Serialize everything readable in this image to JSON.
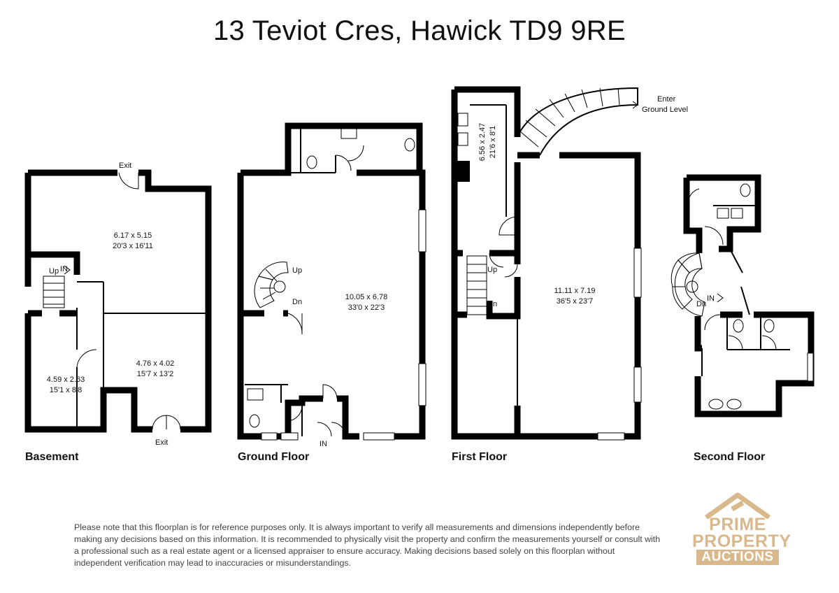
{
  "address": "13 Teviot Cres, Hawick TD9 9RE",
  "floors": {
    "basement": {
      "name": "Basement",
      "rooms": [
        {
          "metric": "6.17 x 5.15",
          "imperial": "20'3 x 16'11"
        },
        {
          "metric": "4.59 x 2.63",
          "imperial": "15'1 x 8'8"
        },
        {
          "metric": "4.76 x 4.02",
          "imperial": "15'7 x 13'2"
        }
      ],
      "labels": {
        "exit_top": "Exit",
        "exit_bottom": "Exit",
        "up": "Up",
        "in": "IN"
      }
    },
    "ground": {
      "name": "Ground Floor",
      "rooms": [
        {
          "metric": "10.05 x 6.78",
          "imperial": "33'0 x 22'3"
        }
      ],
      "labels": {
        "up": "Up",
        "dn": "Dn",
        "in": "IN"
      }
    },
    "first": {
      "name": "First Floor",
      "rooms": [
        {
          "metric": "6.56 x 2.47",
          "imperial": "21'6 x 8'1"
        },
        {
          "metric": "11.11 x 7.19",
          "imperial": "36'5 x 23'7"
        }
      ],
      "labels": {
        "enter_1": "Enter",
        "enter_2": "Ground Level",
        "up": "Up",
        "dn": "Dn"
      }
    },
    "second": {
      "name": "Second Floor",
      "labels": {
        "dn": "Dn",
        "in": "IN"
      }
    }
  },
  "disclaimer": "Please note that this floorplan is for reference purposes only. It is always important to verify all measurements and dimensions independently before making any decisions based on this information. It is recommended to physically visit the property and confirm the measurements yourself or consult with a professional such as a real estate agent or a licensed appraiser to ensure accuracy. Making decisions based solely on this floorplan without independent verification may lead to inaccuracies or misunderstandings.",
  "logo": {
    "line1": "PRIME",
    "line2": "PROPERTY",
    "line3": "AUCTIONS",
    "color": "#d9b98c"
  }
}
